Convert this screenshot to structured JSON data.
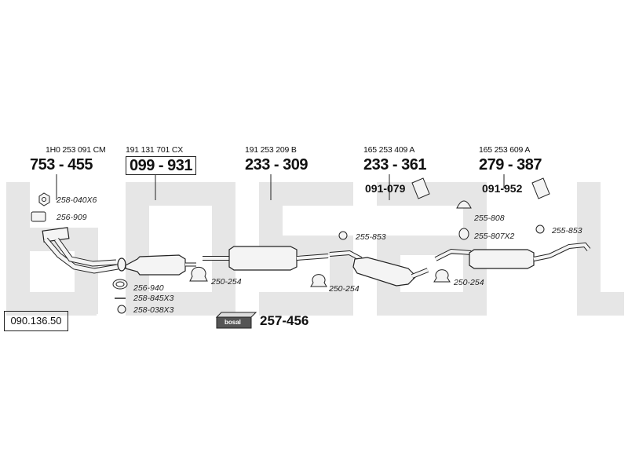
{
  "reference": "090.136.50",
  "parts": [
    {
      "oe": "1H0 253 091 CM",
      "number": "753 - 455"
    },
    {
      "oe": "191 131 701 CX",
      "number": "099 - 931"
    },
    {
      "oe": "191 253 209 B",
      "number": "233 - 309"
    },
    {
      "oe": "165 253 409 A",
      "number": "233 - 361"
    },
    {
      "oe": "165 253 609 A",
      "number": "279 - 387"
    }
  ],
  "assembly_parts": [
    "091-079",
    "091-952"
  ],
  "accessories": [
    "258-040X6",
    "256-909",
    "256-940",
    "258-845X3",
    "258-038X3",
    "250-254",
    "255-853",
    "250-254",
    "255-808",
    "255-807X2",
    "255-853",
    "250-254"
  ],
  "kit": {
    "brand": "bosal",
    "number": "257-456"
  },
  "colors": {
    "background": "#ffffff",
    "watermark": "#e6e6e6",
    "line": "#222222",
    "part_fill": "#f4f4f4"
  }
}
